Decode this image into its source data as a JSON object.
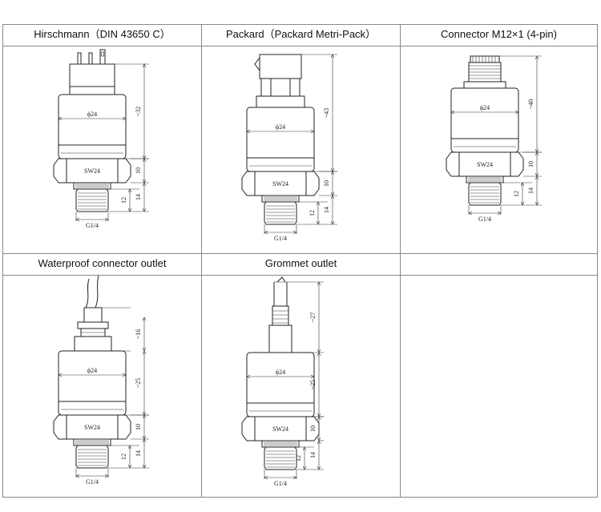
{
  "panels": [
    {
      "title": "Hirschmann（DIN 43650 C）",
      "connector": "hirschmann",
      "labels": {
        "diameter": "ϕ24",
        "hex": "SW24",
        "thread": "G1/4",
        "total": "~32",
        "hex_h": "10",
        "port_h": "14",
        "thread_h": "12"
      }
    },
    {
      "title": "Packard（Packard Metri-Pack）",
      "connector": "packard",
      "labels": {
        "diameter": "ϕ24",
        "hex": "SW24",
        "thread": "G1/4",
        "total": "~43",
        "hex_h": "10",
        "port_h": "14",
        "thread_h": "12"
      }
    },
    {
      "title": "Connector M12×1 (4-pin)",
      "connector": "m12",
      "labels": {
        "diameter": "ϕ24",
        "hex": "SW24",
        "thread": "G1/4",
        "total": "~40",
        "hex_h": "10",
        "port_h": "14",
        "thread_h": "12"
      }
    },
    {
      "title": "Waterproof connector outlet",
      "connector": "waterproof",
      "labels": {
        "diameter": "ϕ24",
        "hex": "SW24",
        "thread": "G1/4",
        "top": "~16",
        "total": "~25",
        "hex_h": "10",
        "port_h": "14",
        "thread_h": "12"
      }
    },
    {
      "title": "Grommet outlet",
      "connector": "grommet",
      "labels": {
        "diameter": "ϕ24",
        "hex": "SW24",
        "thread": "G1/4",
        "top": "~27",
        "total": "~25",
        "hex_h": "10",
        "port_h": "14",
        "thread_h": "12"
      }
    }
  ]
}
